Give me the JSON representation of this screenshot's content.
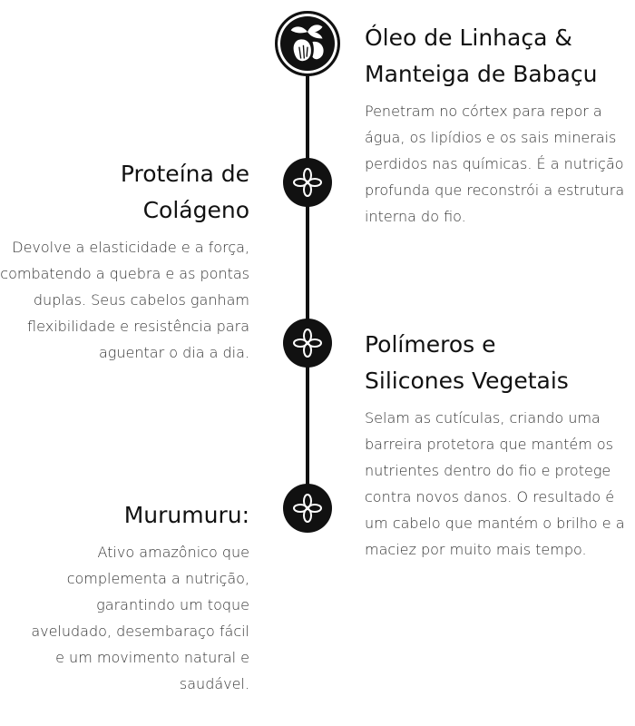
{
  "items": [
    {
      "side": "right",
      "title": "Óleo de Linhaça & Manteiga de Babaçu",
      "text": "Penetram no córtex para repor a água, os lipídios e os sais minerais perdidos nas químicas. É a nutrição profunda que reconstrói a estrutura interna do fio.",
      "icon": "seed-leaf-icon"
    },
    {
      "side": "left",
      "title": "Proteína de Colágeno",
      "text": "Devolve a elasticidade e a força, combatendo a quebra e as pontas duplas. Seus cabelos ganham flexibilidade e resistência para aguentar o dia a dia.",
      "icon": "flower-icon"
    },
    {
      "side": "right",
      "title": "Polímeros e Silicones Vegetais",
      "text": "Selam as cutículas, criando uma barreira protetora que mantém os nutrientes dentro do fio e protege contra novos danos. O resultado é um cabelo que mantém o brilho e a maciez por muito mais tempo.",
      "icon": "flower-icon"
    },
    {
      "side": "left",
      "title": "Murumuru:",
      "text": "Ativo amazônico que complementa a nutrição, garantindo um toque aveludado, desembaraço fácil e um movimento natural e saudável.",
      "icon": "flower-icon"
    }
  ]
}
